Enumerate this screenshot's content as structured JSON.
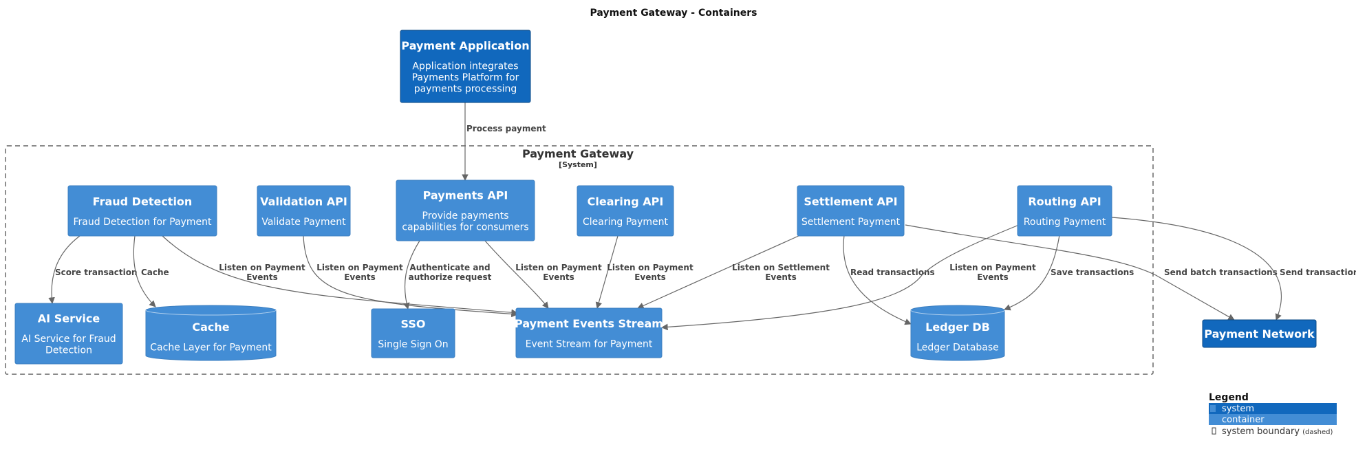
{
  "title": "Payment Gateway - Containers",
  "colors": {
    "system": "#1168bd",
    "container": "#438dd5",
    "edge": "#666666",
    "boundary": "#444444"
  },
  "boundary": {
    "title": "Payment Gateway",
    "subtitle": "[System]"
  },
  "nodes": {
    "payment_application": {
      "title": "Payment Application",
      "desc": [
        "Application integrates",
        "Payments Platform for",
        "payments processing"
      ]
    },
    "fraud_detection": {
      "title": "Fraud Detection",
      "desc": [
        "Fraud Detection for Payment"
      ]
    },
    "validation_api": {
      "title": "Validation API",
      "desc": [
        "Validate Payment"
      ]
    },
    "payments_api": {
      "title": "Payments API",
      "desc": [
        "Provide payments",
        "capabilities for consumers"
      ]
    },
    "clearing_api": {
      "title": "Clearing API",
      "desc": [
        "Clearing Payment"
      ]
    },
    "settlement_api": {
      "title": "Settlement API",
      "desc": [
        "Settlement Payment"
      ]
    },
    "routing_api": {
      "title": "Routing API",
      "desc": [
        "Routing Payment"
      ]
    },
    "ai_service": {
      "title": "AI Service",
      "desc": [
        "AI Service for Fraud",
        "Detection"
      ]
    },
    "cache": {
      "title": "Cache",
      "desc": [
        "Cache Layer for Payment"
      ]
    },
    "sso": {
      "title": "SSO",
      "desc": [
        "Single Sign On"
      ]
    },
    "payment_events_stream": {
      "title": "Payment Events Stream",
      "desc": [
        "Event Stream for Payment"
      ]
    },
    "ledger_db": {
      "title": "Ledger DB",
      "desc": [
        "Ledger Database"
      ]
    },
    "payment_network": {
      "title": "Payment Network",
      "desc": []
    }
  },
  "edges": [
    {
      "id": "process-payment",
      "label": [
        "Process payment"
      ]
    },
    {
      "id": "score-transaction",
      "label": [
        "Score transaction"
      ]
    },
    {
      "id": "cache-edge",
      "label": [
        "Cache"
      ]
    },
    {
      "id": "fraud-listen",
      "label": [
        "Listen on Payment",
        "Events"
      ]
    },
    {
      "id": "validation-listen",
      "label": [
        "Listen on Payment",
        "Events"
      ]
    },
    {
      "id": "authenticate",
      "label": [
        "Authenticate and",
        "authorize request"
      ]
    },
    {
      "id": "payments-listen",
      "label": [
        "Listen on Payment",
        "Events"
      ]
    },
    {
      "id": "clearing-listen",
      "label": [
        "Listen on Payment",
        "Events"
      ]
    },
    {
      "id": "settlement-listen",
      "label": [
        "Listen on Settlement",
        "Events"
      ]
    },
    {
      "id": "read-transactions",
      "label": [
        "Read transactions"
      ]
    },
    {
      "id": "routing-listen",
      "label": [
        "Listen on Payment",
        "Events"
      ]
    },
    {
      "id": "save-transactions",
      "label": [
        "Save transactions"
      ]
    },
    {
      "id": "send-batch",
      "label": [
        "Send batch transactions"
      ]
    },
    {
      "id": "send-transaction",
      "label": [
        "Send transaction"
      ]
    }
  ],
  "legend": {
    "title": "Legend",
    "items": [
      {
        "label": "system"
      },
      {
        "label": "container"
      },
      {
        "label": "system boundary",
        "note": "(dashed)"
      }
    ]
  }
}
